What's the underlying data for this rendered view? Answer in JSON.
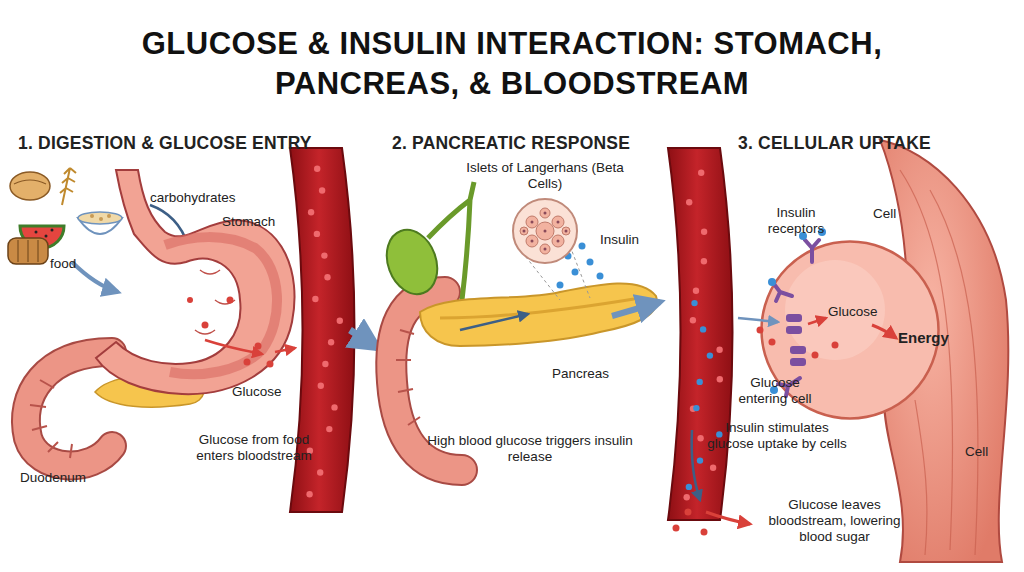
{
  "diagram": {
    "title": "GLUCOSE & INSULIN INTERACTION: STOMACH, PANCREAS, & BLOODSTREAM",
    "nodes": [
      {
        "text": [
          "Islets of Langerhans (Beta Cells)"
        ]
      },
      {
        "text": [
          "Cell",
          "Glucose"
        ]
      }
    ],
    "labels": [
      "1. DIGESTION & GLUCOSE ENTRY",
      "2. PANCREATIC RESPONSE",
      "3. CELLULAR UPTAKE",
      "carbohydrates",
      "food",
      "Stomach",
      "Glucose",
      "Duodenum",
      "Glucose from food enters bloodstream",
      "Insulin",
      "Pancreas",
      "High blood glucose triggers insulin release",
      "Insulin receptors",
      "Energy",
      "Glucose entering cell",
      "Insulin stimulates glucose uptake by cells",
      "Cell",
      "Glucose leaves bloodstream, lowering blood sugar"
    ]
  }
}
